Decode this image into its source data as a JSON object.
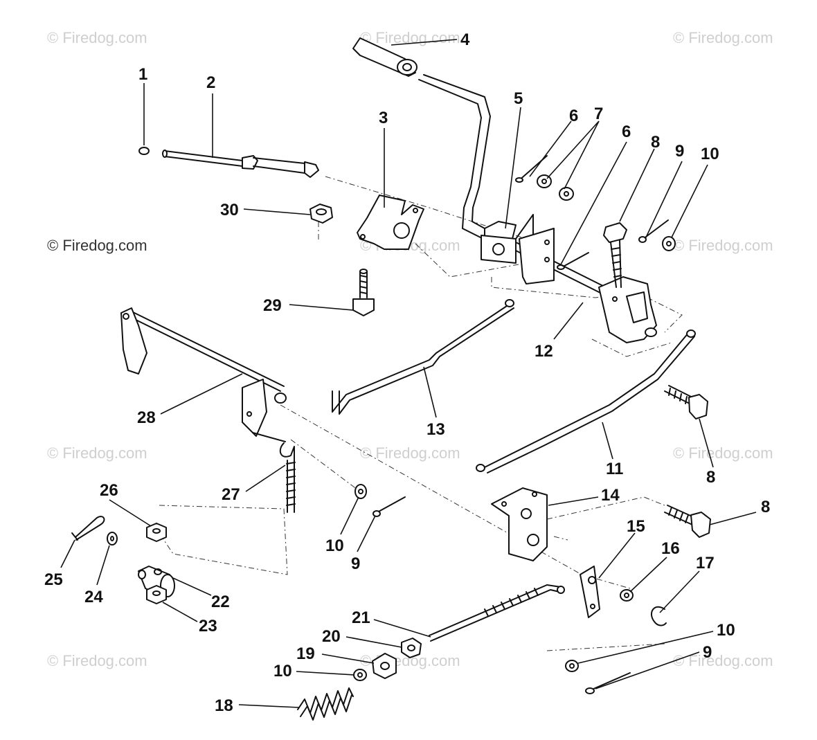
{
  "watermark": {
    "text": "© Firedog.com"
  },
  "callouts": {
    "c1": "1",
    "c2": "2",
    "c3": "3",
    "c4": "4",
    "c5": "5",
    "c6a": "6",
    "c6b": "6",
    "c7": "7",
    "c8a": "8",
    "c8b": "8",
    "c8c": "8",
    "c9a": "9",
    "c9b": "9",
    "c9c": "9",
    "c10a": "10",
    "c10b": "10",
    "c10c": "10",
    "c10d": "10",
    "c11": "11",
    "c12": "12",
    "c13": "13",
    "c14": "14",
    "c15": "15",
    "c16": "16",
    "c17": "17",
    "c18": "18",
    "c19": "19",
    "c20": "20",
    "c21": "21",
    "c22": "22",
    "c23": "23",
    "c24": "24",
    "c25": "25",
    "c26": "26",
    "c27": "27",
    "c28": "28",
    "c29": "29",
    "c30": "30"
  }
}
